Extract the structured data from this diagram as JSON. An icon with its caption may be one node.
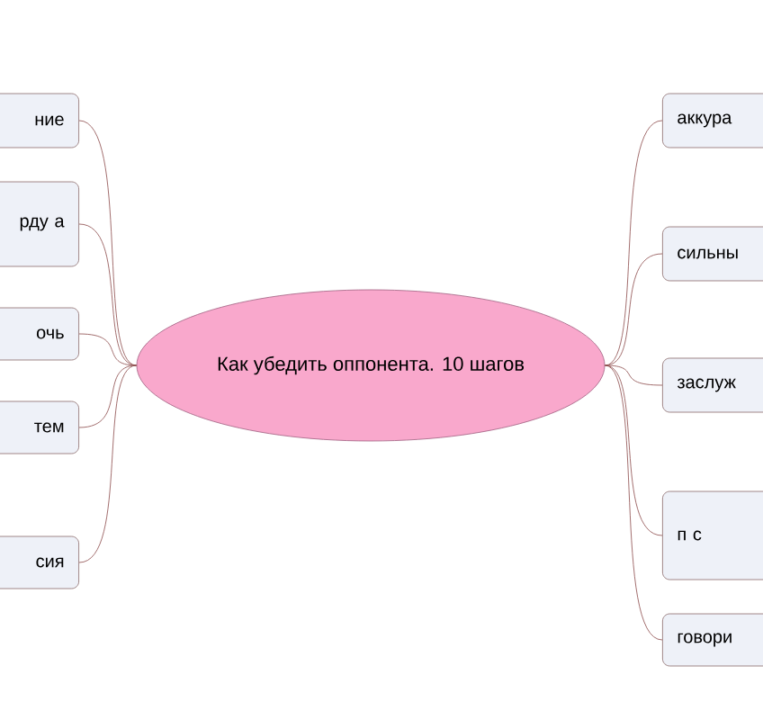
{
  "diagram": {
    "nodes": [
      {
        "text": [
          "Как убедить оппонента. 10 шагов"
        ]
      },
      {
        "text": [
          "ние"
        ]
      },
      {
        "text": [
          "рду а"
        ]
      },
      {
        "text": [
          "очь"
        ]
      },
      {
        "text": [
          "тем"
        ]
      },
      {
        "text": [
          "сия"
        ]
      },
      {
        "text": [
          "аккура"
        ]
      },
      {
        "text": [
          "сильны"
        ]
      },
      {
        "text": [
          "заслуж"
        ]
      },
      {
        "text": [
          "п с"
        ]
      },
      {
        "text": [
          "говори"
        ]
      }
    ],
    "edges": [
      {
        "from": 0,
        "to": 1,
        "arrow": "none"
      },
      {
        "from": 0,
        "to": 2,
        "arrow": "none"
      },
      {
        "from": 0,
        "to": 3,
        "arrow": "none"
      },
      {
        "from": 0,
        "to": 4,
        "arrow": "none"
      },
      {
        "from": 0,
        "to": 5,
        "arrow": "none"
      },
      {
        "from": 0,
        "to": 6,
        "arrow": "none"
      },
      {
        "from": 0,
        "to": 7,
        "arrow": "none"
      },
      {
        "from": 0,
        "to": 8,
        "arrow": "none"
      },
      {
        "from": 0,
        "to": 9,
        "arrow": "none"
      },
      {
        "from": 0,
        "to": 10,
        "arrow": "none"
      }
    ]
  }
}
